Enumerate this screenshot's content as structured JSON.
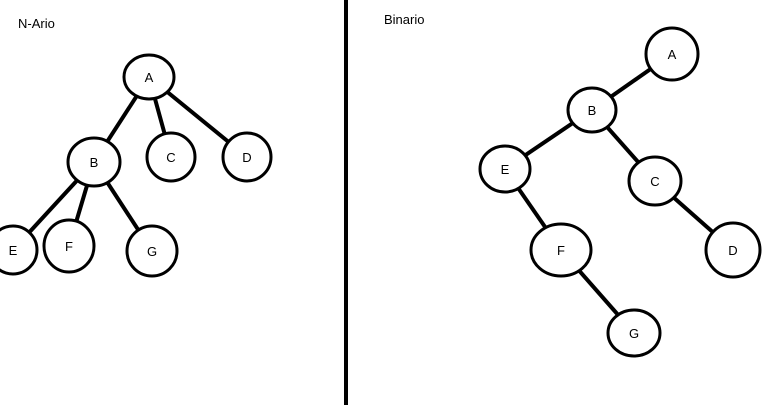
{
  "left_panel": {
    "title": "N-Ario",
    "nodes": [
      {
        "id": "A",
        "label": "A"
      },
      {
        "id": "B",
        "label": "B"
      },
      {
        "id": "C",
        "label": "C"
      },
      {
        "id": "D",
        "label": "D"
      },
      {
        "id": "E",
        "label": "E"
      },
      {
        "id": "F",
        "label": "F"
      },
      {
        "id": "G",
        "label": "G"
      }
    ],
    "edges": [
      [
        "A",
        "B"
      ],
      [
        "A",
        "C"
      ],
      [
        "A",
        "D"
      ],
      [
        "B",
        "E"
      ],
      [
        "B",
        "F"
      ],
      [
        "B",
        "G"
      ]
    ]
  },
  "right_panel": {
    "title": "Binario",
    "nodes": [
      {
        "id": "A",
        "label": "A"
      },
      {
        "id": "B",
        "label": "B"
      },
      {
        "id": "C",
        "label": "C"
      },
      {
        "id": "D",
        "label": "D"
      },
      {
        "id": "E",
        "label": "E"
      },
      {
        "id": "F",
        "label": "F"
      },
      {
        "id": "G",
        "label": "G"
      }
    ],
    "edges": [
      [
        "A",
        "B"
      ],
      [
        "B",
        "E"
      ],
      [
        "B",
        "C"
      ],
      [
        "E",
        "F"
      ],
      [
        "C",
        "D"
      ],
      [
        "F",
        "G"
      ]
    ]
  }
}
